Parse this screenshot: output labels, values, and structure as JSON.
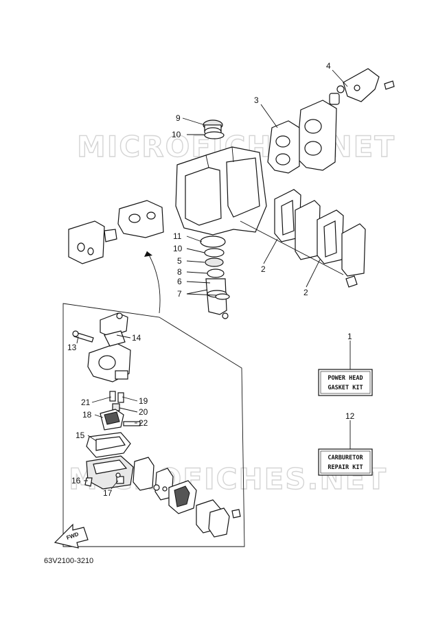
{
  "watermarks": [
    "MICROFICHES.NET",
    "MICROFICHES.NET"
  ],
  "callouts": {
    "c1": "1",
    "c2a": "2",
    "c2b": "2",
    "c3": "3",
    "c4": "4",
    "c5": "5",
    "c6": "6",
    "c7": "7",
    "c8": "8",
    "c9": "9",
    "c10a": "10",
    "c10b": "10",
    "c11": "11",
    "c12": "12",
    "c13": "13",
    "c14": "14",
    "c15": "15",
    "c16": "16",
    "c17": "17",
    "c18": "18",
    "c19": "19",
    "c20": "20",
    "c21": "21",
    "c22": "22"
  },
  "kits": {
    "power_head_line1": "POWER HEAD",
    "power_head_line2": "GASKET KIT",
    "carburetor_line1": "CARBURETOR",
    "carburetor_line2": "REPAIR KIT"
  },
  "forward_label": "FWD",
  "diagram_code": "63V2100-3210",
  "colors": {
    "line": "#111111",
    "watermark": "#d4d4d4",
    "background": "#ffffff"
  }
}
